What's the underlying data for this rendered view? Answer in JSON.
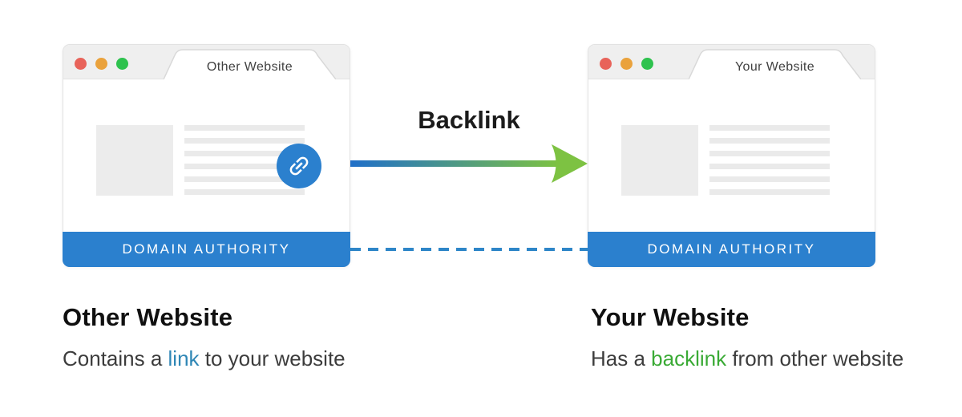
{
  "diagram": {
    "arrow_label": "Backlink"
  },
  "windows": {
    "left": {
      "tab_title": "Other Website",
      "footer_label": "DOMAIN AUTHORITY"
    },
    "right": {
      "tab_title": "Your Website",
      "footer_label": "DOMAIN AUTHORITY"
    }
  },
  "captions": {
    "left": {
      "title": "Other Website",
      "desc_before": "Contains a ",
      "desc_highlight": "link",
      "desc_after": " to your website"
    },
    "right": {
      "title": "Your Website",
      "desc_before": "Has a ",
      "desc_highlight": "backlink",
      "desc_after": " from other website"
    }
  },
  "icons": {
    "link_badge": "chain-link-icon",
    "window_controls": [
      "close-dot",
      "minimize-dot",
      "maximize-dot"
    ]
  },
  "colors": {
    "primary_blue": "#2b80ce",
    "arrow_blue": "#1f6fc9",
    "arrow_green": "#7dc242",
    "dashed_line_blue": "#2e86c8",
    "link_text_blue": "#2e86b5",
    "backlink_text_green": "#3aaa35",
    "traffic_red": "#e8635a",
    "traffic_yellow": "#eaa23c",
    "traffic_green": "#2ec24e"
  }
}
